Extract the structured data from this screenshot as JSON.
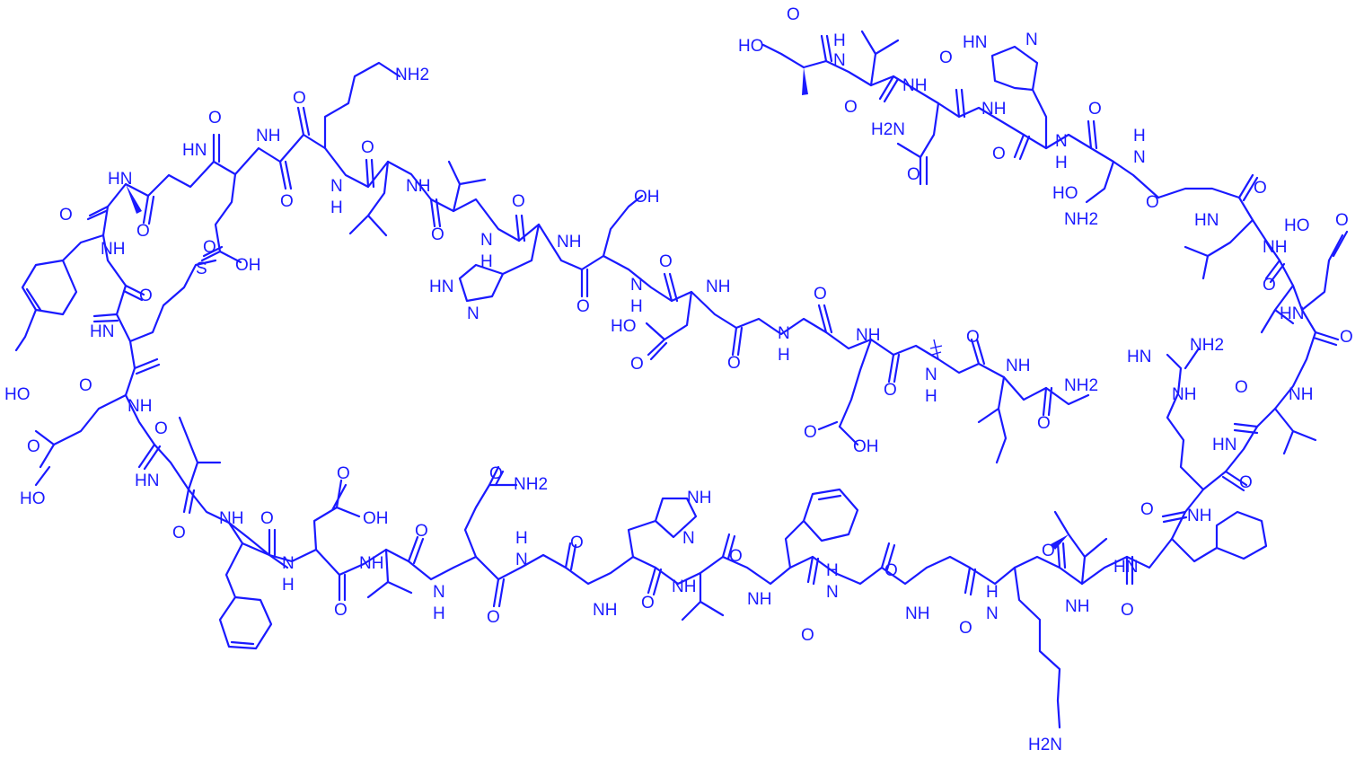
{
  "molecule": {
    "color": "#1a1aff",
    "background": "#ffffff",
    "n_terminus": "NH2",
    "c_terminus": "HO",
    "atom_labels": {
      "carbonyl_o": "O",
      "amide_nh": "NH",
      "amide_n": "N",
      "hn": "HN",
      "oh": "OH",
      "ho": "HO",
      "nh2": "NH2",
      "h2n": "H2N",
      "sulfur": "S",
      "imine_n": "N",
      "hydrogen": "H"
    }
  }
}
